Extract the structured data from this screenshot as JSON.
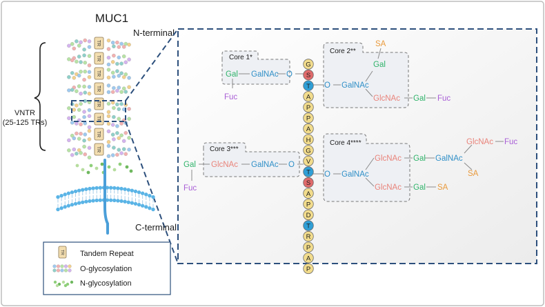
{
  "left": {
    "title": "MUC1",
    "n_terminal": "N-terminal",
    "c_terminal": "C-terminal",
    "vntr_label_1": "VNTR",
    "vntr_label_2": "(25-125 TRs)",
    "tr_label": "TR"
  },
  "legend": {
    "tandem_repeat": "Tandem Repeat",
    "o_glycosylation": "O-glycosylation",
    "n_glycosylation": "N-glycosylation",
    "tr_icon_label": "TR"
  },
  "sequence": [
    "G",
    "S",
    "T",
    "A",
    "P",
    "P",
    "A",
    "H",
    "G",
    "V",
    "T",
    "S",
    "A",
    "P",
    "D",
    "T",
    "R",
    "P",
    "A",
    "P"
  ],
  "cores": {
    "core1": "Core 1*",
    "core2": "Core 2**",
    "core3": "Core 3***",
    "core4": "Core 4****"
  },
  "sugars": {
    "gal": "Gal",
    "galnac": "GalNAc",
    "glcnac": "GlcNAc",
    "fuc": "Fuc",
    "sa": "SA",
    "o": "O"
  },
  "colors": {
    "gal": "#2fb36a",
    "galnac": "#2f8fc7",
    "glcnac": "#e9837a",
    "fuc": "#a95ed6",
    "sa": "#e99a3c",
    "yellow_residue": "#f2dc8c",
    "blue_residue": "#2f9fd6",
    "red_residue": "#e06b6b",
    "dashed_frame": "#2c4f7c",
    "membrane": "#5ab4e6"
  }
}
